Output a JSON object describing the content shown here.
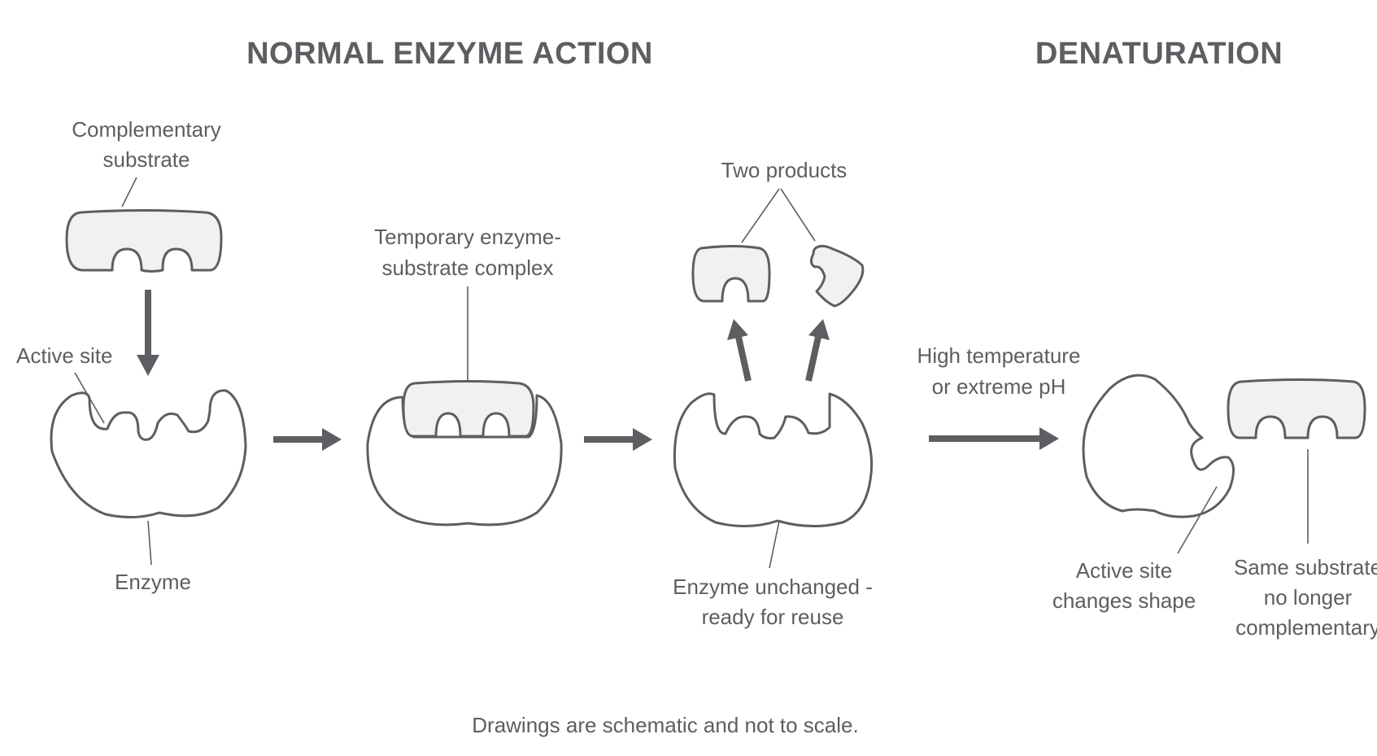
{
  "headings": {
    "normal": "NORMAL ENZYME ACTION",
    "denaturation": "DENATURATION"
  },
  "labels": {
    "complementary_substrate": [
      "Complementary",
      "substrate"
    ],
    "active_site": "Active site",
    "enzyme": "Enzyme",
    "complex": [
      "Temporary enzyme-",
      "substrate complex"
    ],
    "two_products": "Two products",
    "enzyme_unchanged": [
      "Enzyme unchanged -",
      "ready for reuse"
    ],
    "conditions": [
      "High temperature",
      "or extreme pH"
    ],
    "active_site_changes": [
      "Active site",
      "changes shape"
    ],
    "same_substrate": [
      "Same substrate",
      "no longer",
      "complementary"
    ]
  },
  "footnote": "Drawings are schematic and not to scale.",
  "colors": {
    "ink": "#5d5e61",
    "substrate_fill": "#f1f1f2",
    "enzyme_fill": "#ffffff"
  }
}
